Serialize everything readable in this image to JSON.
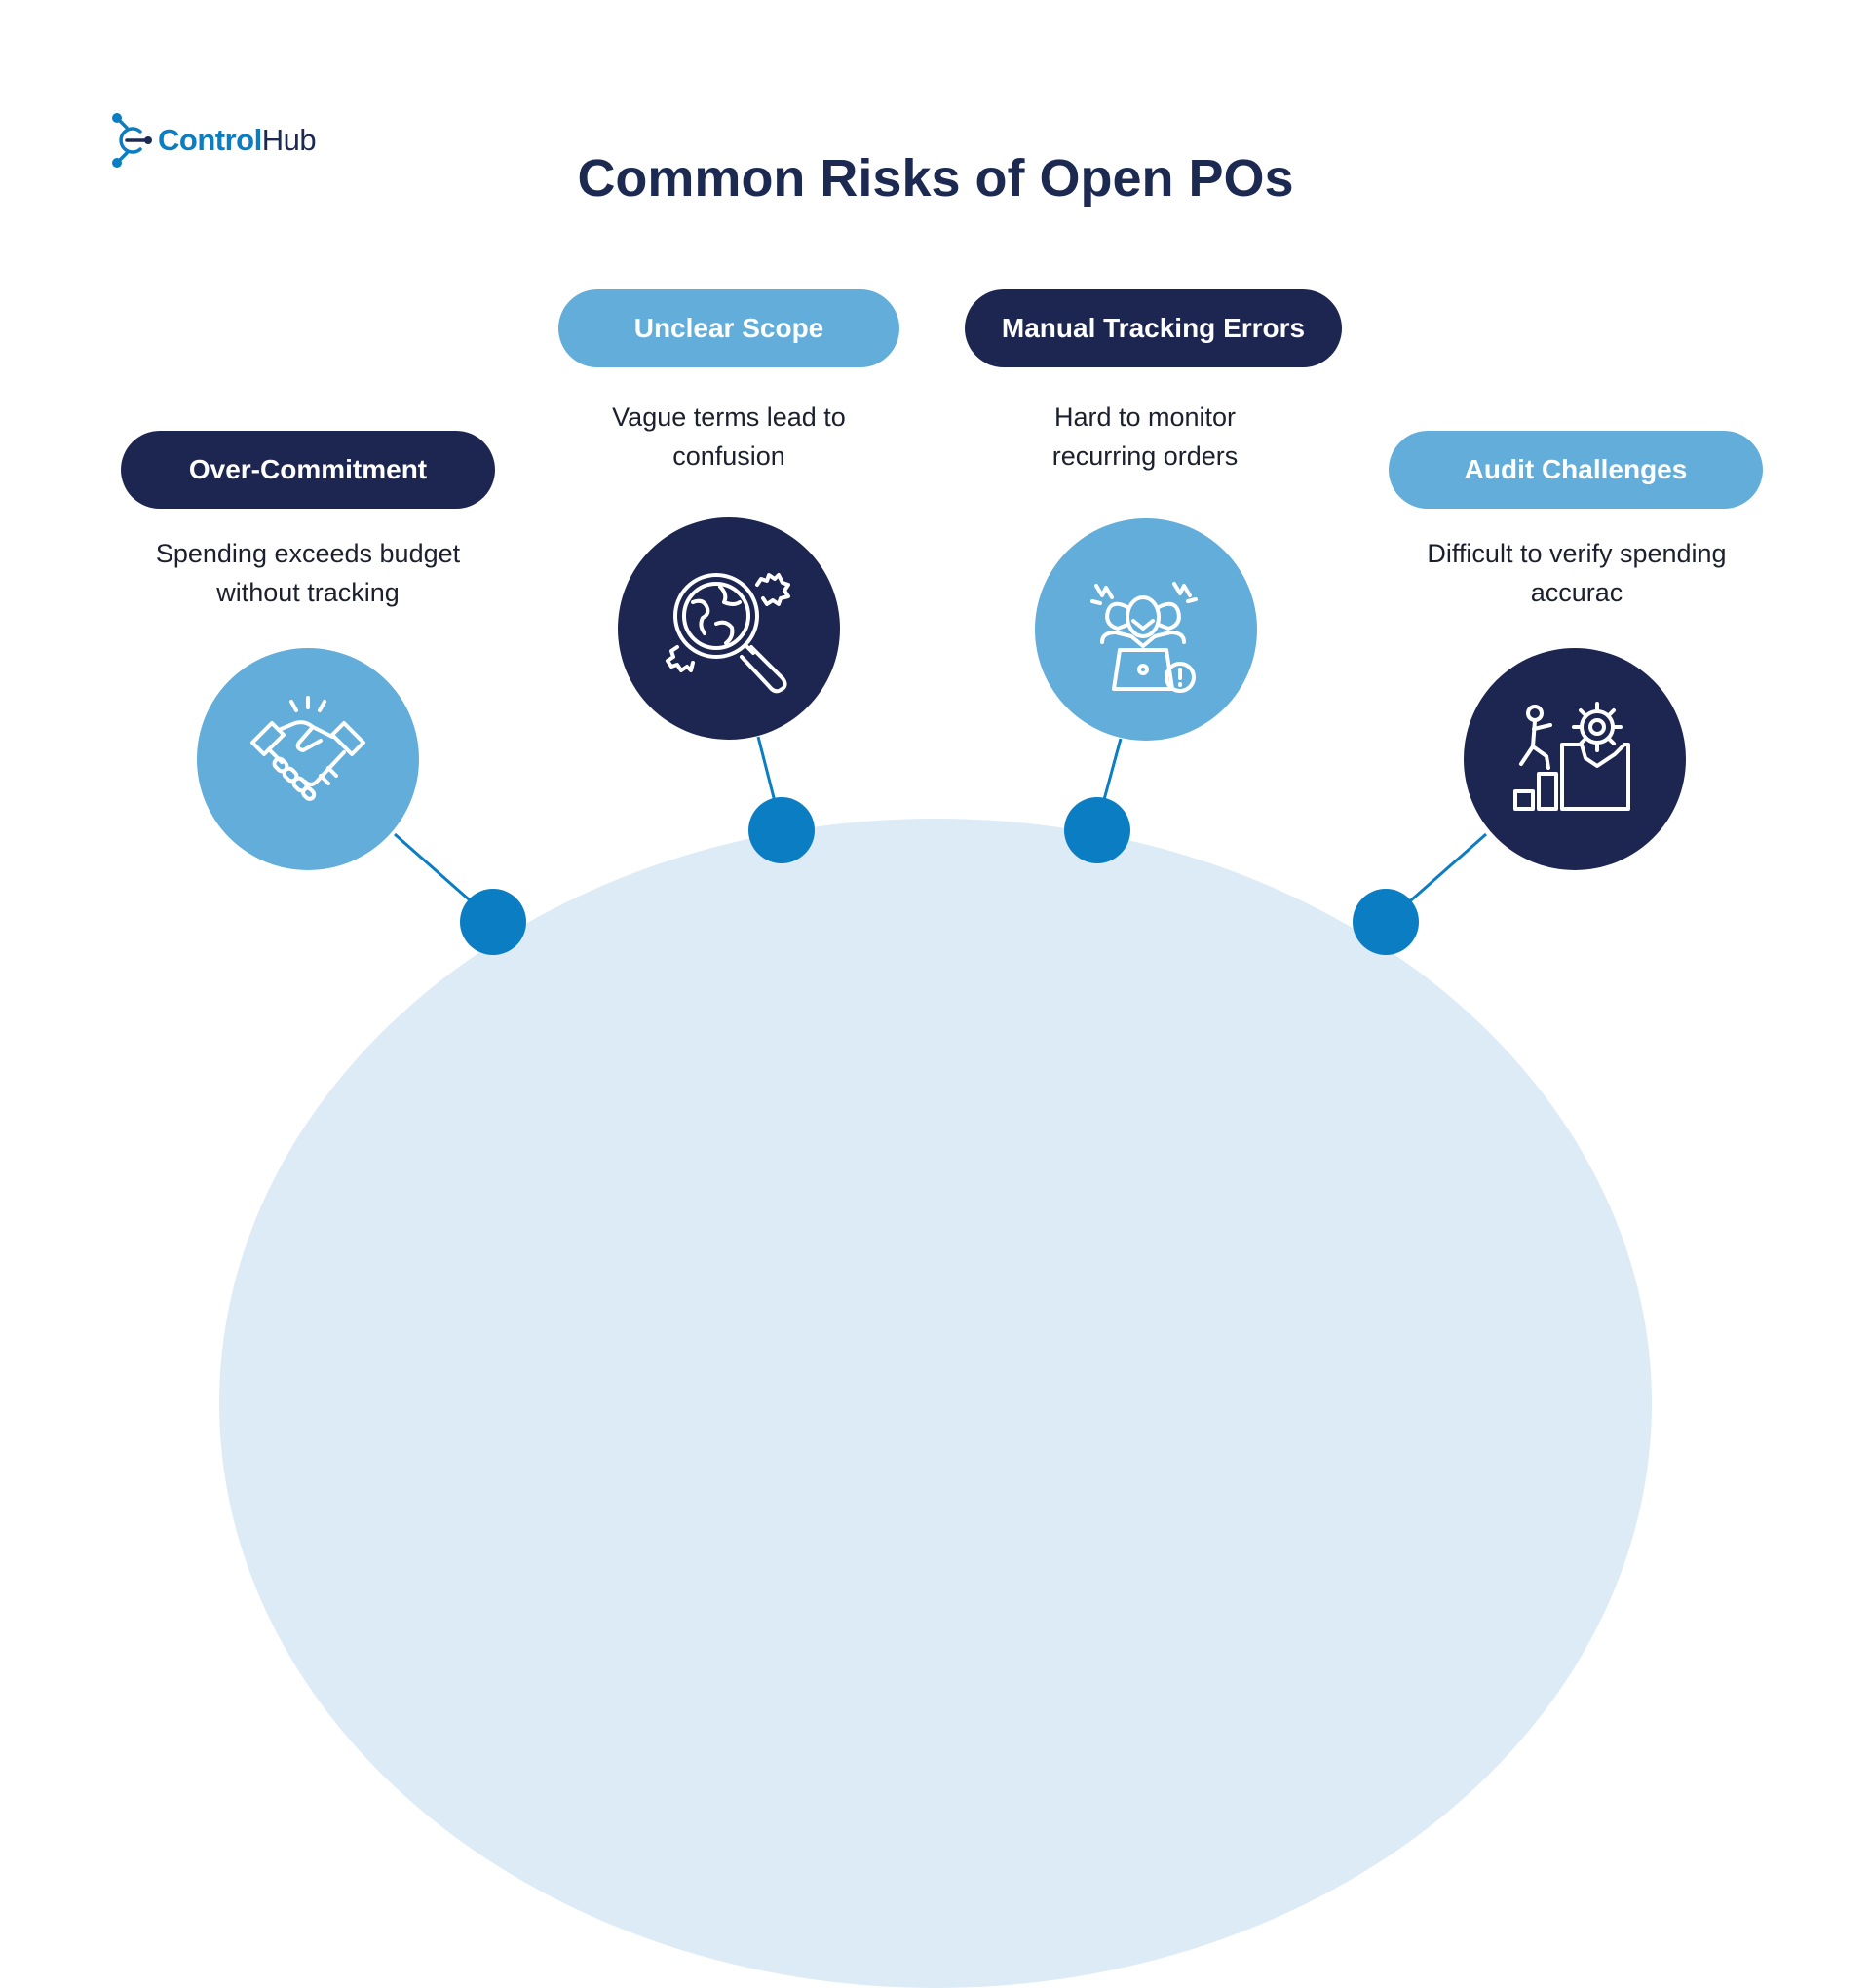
{
  "brand": {
    "name_part1": "Control",
    "name_part2": "Hub"
  },
  "title": "Common Risks of Open POs",
  "colors": {
    "navy": "#1c2650",
    "light_blue": "#63addb",
    "accent_blue": "#0b7dc2",
    "arc": "#dcebf6"
  },
  "risks": [
    {
      "label": "Over-Commitment",
      "description_line1": "Spending exceeds budget",
      "description_line2": "without tracking",
      "icon": "handshake-icon"
    },
    {
      "label": "Unclear Scope",
      "description_line1": "Vague terms lead to",
      "description_line2": "confusion",
      "icon": "magnifier-globe-gears-icon"
    },
    {
      "label": "Manual Tracking Errors",
      "description_line1": "Hard to monitor",
      "description_line2": "recurring orders",
      "icon": "stressed-person-laptop-icon"
    },
    {
      "label": "Audit Challenges",
      "description_line1": "Difficult to verify spending",
      "description_line2": "accurac",
      "icon": "climbing-steps-gear-icon"
    }
  ]
}
